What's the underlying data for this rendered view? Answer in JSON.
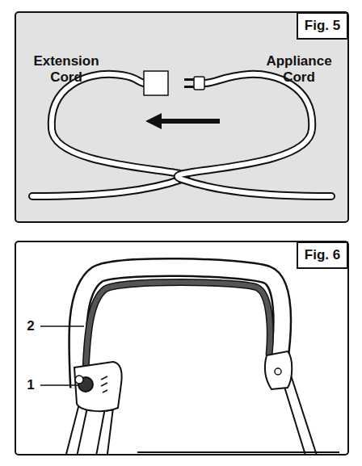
{
  "diagram": {
    "nodes": [
      {
        "text": [
          "Fig. 5"
        ]
      },
      {
        "text": [
          "Fig. 6"
        ]
      }
    ],
    "labels": [
      "Extension Cord",
      "Appliance Cord",
      "2",
      "1"
    ]
  }
}
